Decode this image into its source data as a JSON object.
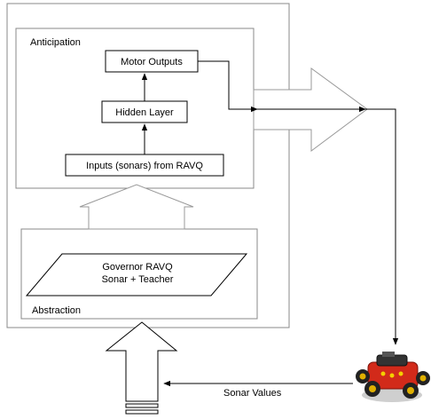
{
  "diagram": {
    "anticipation_label": "Anticipation",
    "abstraction_label": "Abstraction",
    "nodes": {
      "motor_outputs": "Motor Outputs",
      "hidden_layer": "Hidden Layer",
      "inputs": "Inputs (sonars) from RAVQ",
      "governor_line1": "Governor RAVQ",
      "governor_line2": "Sonar + Teacher"
    },
    "edge_labels": {
      "sonar_values": "Sonar Values"
    },
    "icons": {
      "robot": "robot-icon"
    },
    "colors": {
      "robot_body": "#d22a1a",
      "block_arrow_stroke": "#9a9a9a",
      "line": "#000000"
    }
  }
}
